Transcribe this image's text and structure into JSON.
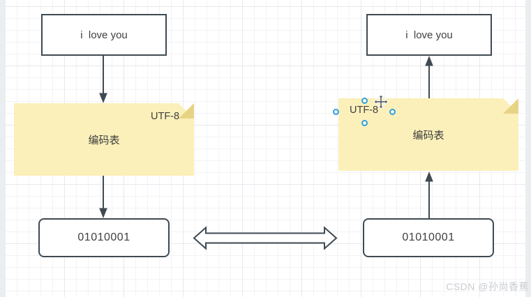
{
  "canvas": {
    "background": "#ffffff",
    "grid_minor_color": "#f3f3f6",
    "grid_major_color": "#e8e8ed",
    "edge_strip_color": "#eaeef0"
  },
  "left_flow": {
    "top_box_label": "i  love you",
    "note": {
      "tag": "UTF-8",
      "title": "编码表"
    },
    "bottom_box_label": "01010001"
  },
  "right_flow": {
    "top_box_label": "i  love you",
    "note": {
      "tag": "UTF-8",
      "title": "编码表"
    },
    "bottom_box_label": "01010001"
  },
  "styles": {
    "note_fill": "#fbf0ba",
    "note_fold": "#e7d384",
    "shape_stroke": "#3f4a52",
    "text_color": "#3f3f3f",
    "selection_handle_color": "#2d9fdd"
  },
  "watermark": {
    "text": "CSDN @孙尚香蕉",
    "color": "#c9ccd0"
  }
}
